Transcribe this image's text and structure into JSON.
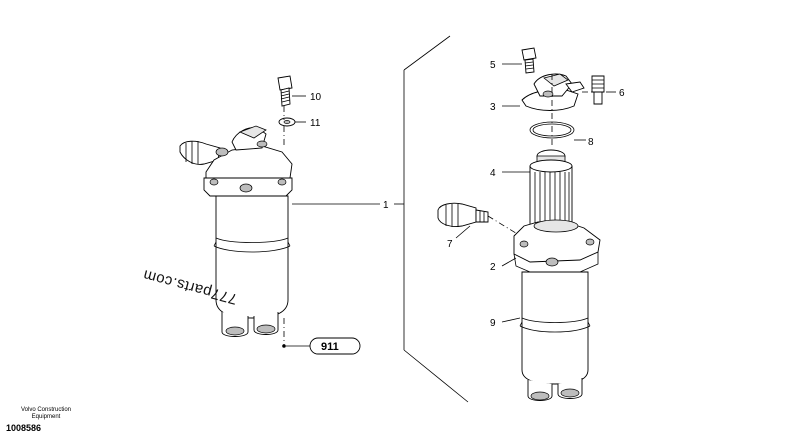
{
  "callouts": {
    "c1": "1",
    "c2": "2",
    "c3": "3",
    "c4": "4",
    "c5": "5",
    "c6": "6",
    "c7": "7",
    "c8": "8",
    "c9": "9",
    "c10": "10",
    "c11": "11"
  },
  "reference": "911",
  "watermark": "777parts.com",
  "corner": {
    "brand_line1": "Volvo Construction",
    "brand_line2": "Equipment",
    "drawing_number": "1008586"
  }
}
